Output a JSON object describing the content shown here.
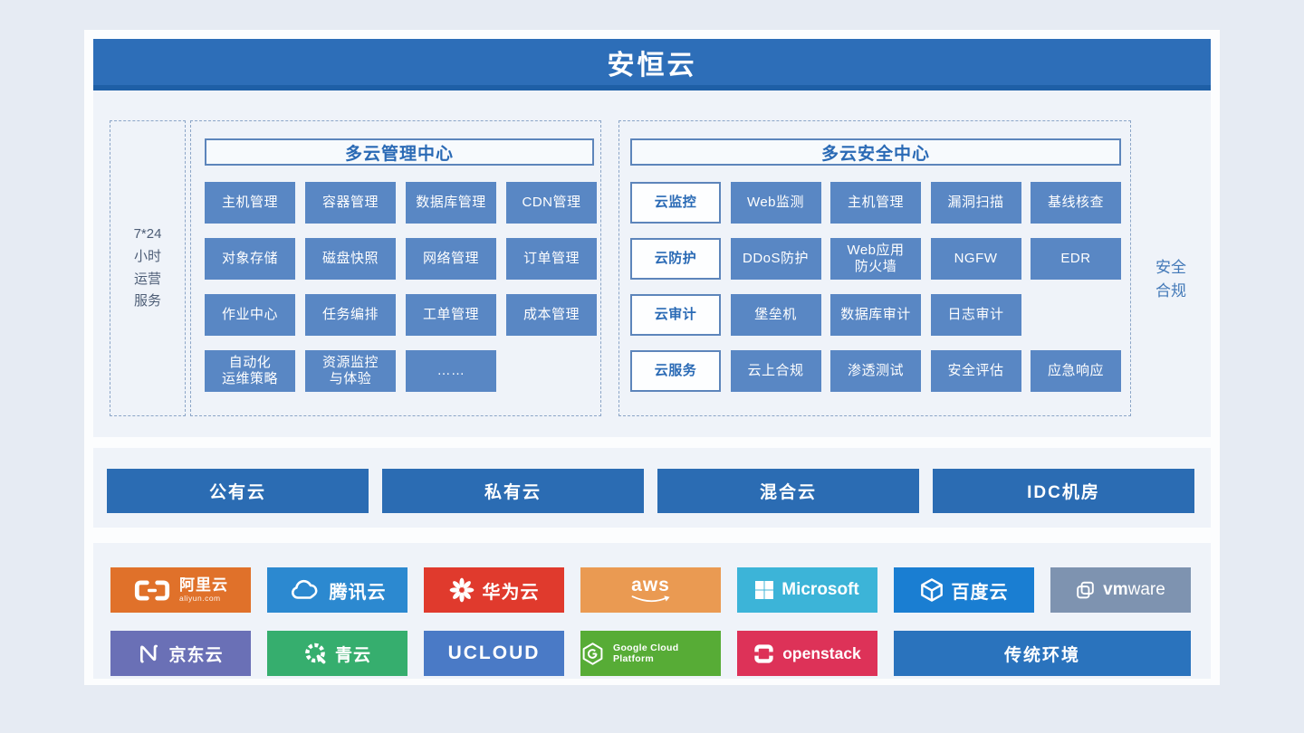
{
  "header": {
    "title": "安恒云"
  },
  "ops_service": {
    "text": "7*24\n小时\n运营\n服务"
  },
  "management_center": {
    "title": "多云管理中心",
    "items": [
      [
        "主机管理",
        "容器管理",
        "数据库管理",
        "CDN管理"
      ],
      [
        "对象存储",
        "磁盘快照",
        "网络管理",
        "订单管理"
      ],
      [
        "作业中心",
        "任务编排",
        "工单管理",
        "成本管理"
      ],
      [
        "自动化\n运维策略",
        "资源监控\n与体验",
        "……"
      ]
    ]
  },
  "security_center": {
    "title": "多云安全中心",
    "rows": [
      {
        "category": "云监控",
        "items": [
          "Web监测",
          "主机管理",
          "漏洞扫描",
          "基线核查"
        ]
      },
      {
        "category": "云防护",
        "items": [
          "DDoS防护",
          "Web应用\n防火墙",
          "NGFW",
          "EDR"
        ]
      },
      {
        "category": "云审计",
        "items": [
          "堡垒机",
          "数据库审计",
          "日志审计"
        ]
      },
      {
        "category": "云服务",
        "items": [
          "云上合规",
          "渗透测试",
          "安全评估",
          "应急响应"
        ]
      }
    ]
  },
  "compliance": {
    "text": "安全\n合规"
  },
  "infrastructure": {
    "items": [
      "公有云",
      "私有云",
      "混合云",
      "IDC机房"
    ]
  },
  "providers": {
    "row1": [
      {
        "label": "阿里云",
        "sublabel": "aliyun.com",
        "bg": "#e0712a"
      },
      {
        "label": "腾讯云",
        "bg": "#2c89d0"
      },
      {
        "label": "华为云",
        "bg": "#e03a2d"
      },
      {
        "label": "aws",
        "bg": "#ea9a52"
      },
      {
        "label": "Microsoft",
        "bg": "#3cb4d8"
      },
      {
        "label": "百度云",
        "bg": "#1a7ed2"
      },
      {
        "label_bold": "vm",
        "label_rest": "ware",
        "bg": "#7e93b0"
      }
    ],
    "row2": [
      {
        "label": "京东云",
        "bg": "#6a70b6"
      },
      {
        "label": "青云",
        "bg": "#36ae6e"
      },
      {
        "label": "UCLOUD",
        "bg": "#4a7ac6"
      },
      {
        "label": "Google Cloud Platform",
        "bg": "#57ac36"
      },
      {
        "label": "openstack",
        "bg": "#dd3258"
      },
      {
        "label": "传统环境",
        "bg": "#2a73bd"
      }
    ]
  },
  "palette": {
    "header_blue": "#2d6eb8",
    "header_underline": "#1e5fa6",
    "item_blue": "#5987c4",
    "bar_blue": "#2b6cb3",
    "title_text_blue": "#2a6ab5",
    "dashed_border": "#8ba5c7",
    "panel_bg": "#eff3f9",
    "page_bg": "#e6ebf3"
  }
}
